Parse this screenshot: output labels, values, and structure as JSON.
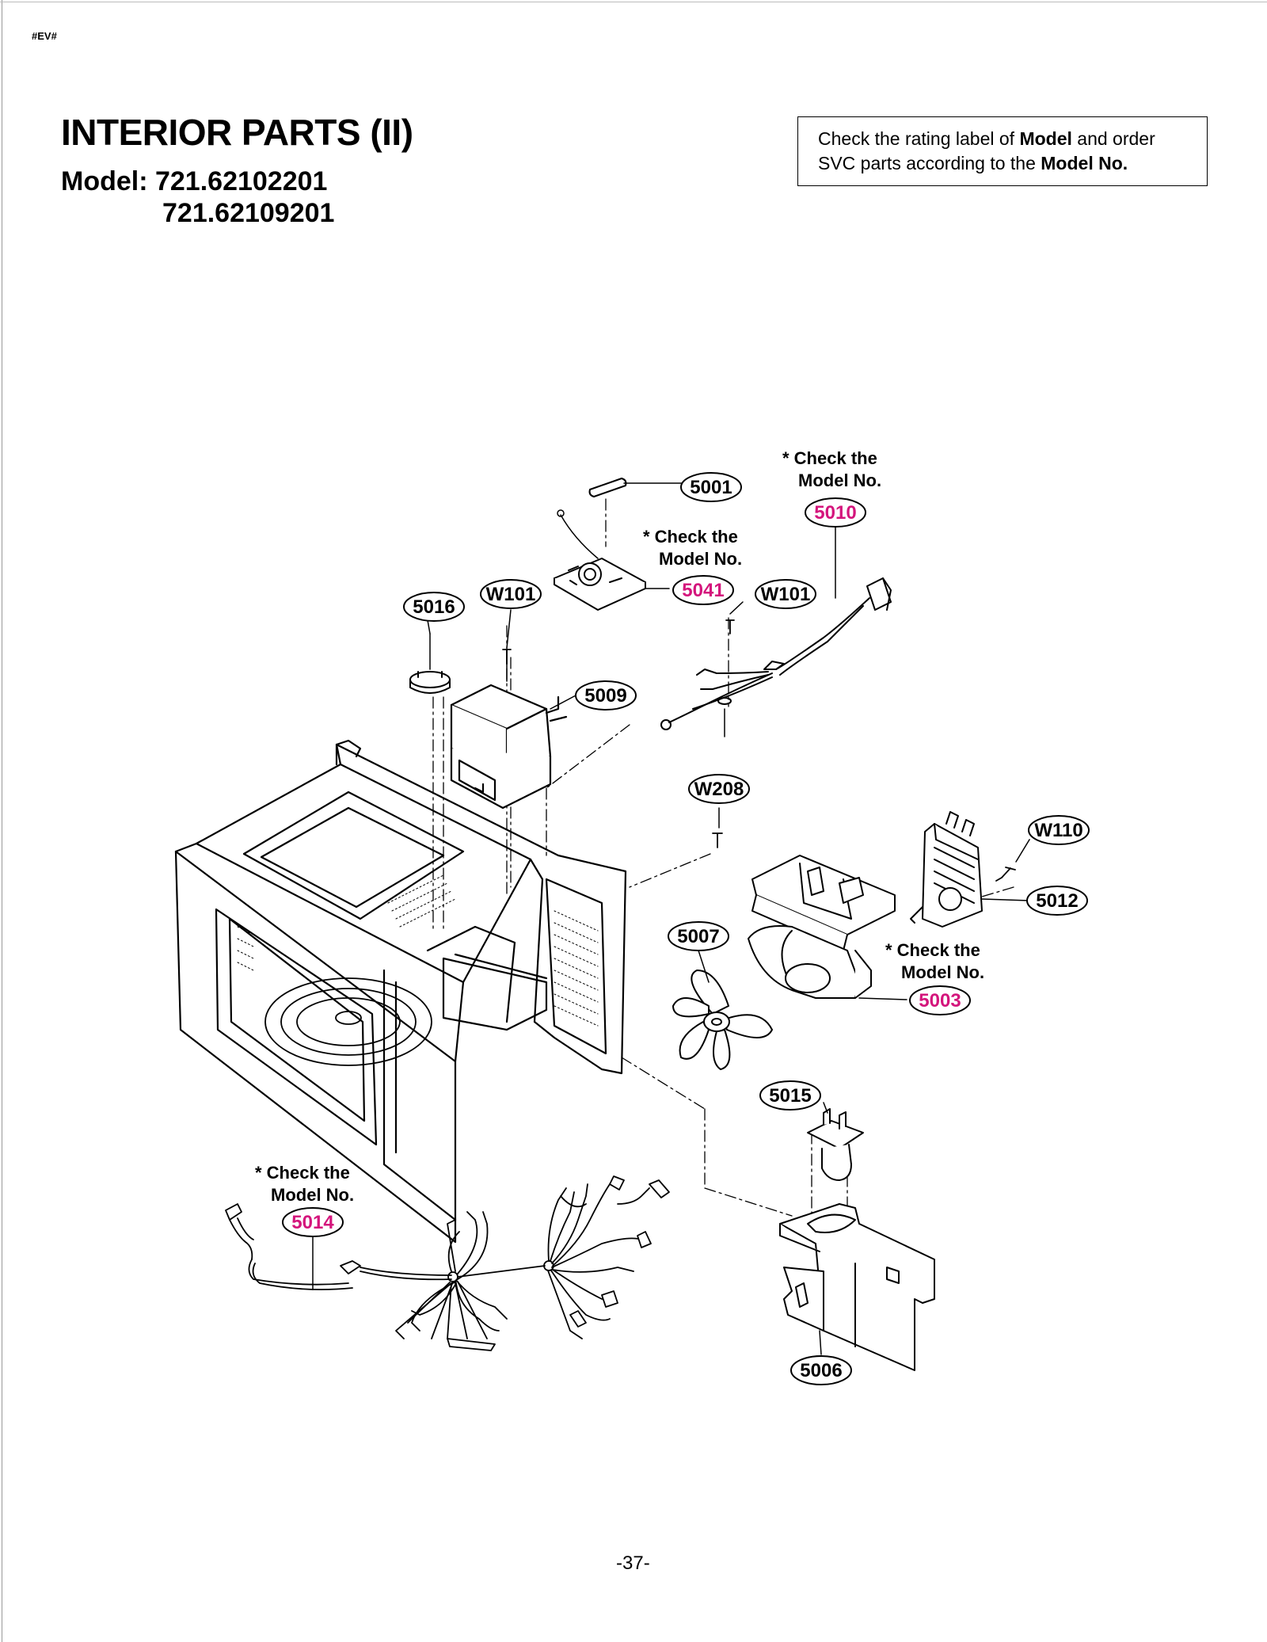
{
  "header": {
    "tag": "#EV#",
    "title": "INTERIOR PARTS (II)",
    "model_line1": "Model: 721.62102201",
    "model_line2": "721.62109201"
  },
  "note": {
    "text1": "Check the rating label of ",
    "bold1": "Model",
    "text2": " and order",
    "text3": "SVC parts according to the ",
    "bold2": "Model No."
  },
  "check_note": {
    "line1": "* Check the",
    "line2": "Model No."
  },
  "callouts": {
    "p5001": "5001",
    "p5010": "5010",
    "p5041": "5041",
    "p5016": "5016",
    "w101a": "W101",
    "w101b": "W101",
    "p5009": "5009",
    "w208": "W208",
    "w110": "W110",
    "p5012": "5012",
    "p5007": "5007",
    "p5003": "5003",
    "p5015": "5015",
    "p5014": "5014",
    "p5006": "5006"
  },
  "colors": {
    "highlight": "#d4157c",
    "line": "#000000"
  },
  "footer": {
    "page": "-37-"
  }
}
